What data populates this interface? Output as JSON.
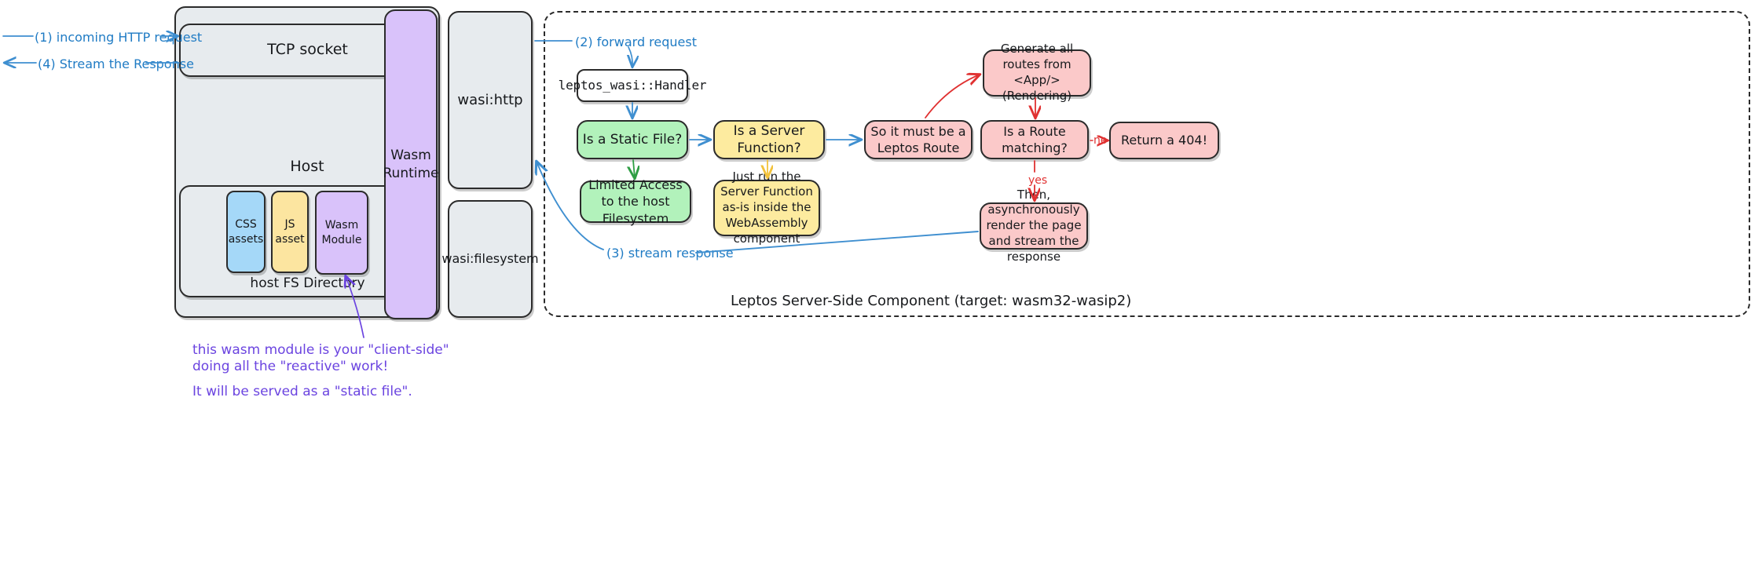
{
  "left_section": {
    "host_box": {
      "label": "Host"
    },
    "tcp_socket": {
      "label": "TCP socket"
    },
    "host_fs_directory": {
      "label": "host FS Directory"
    },
    "assets": [
      {
        "label": "CSS\nassets",
        "color": "#a5d8f8",
        "name": "css-assets"
      },
      {
        "label": "JS\nasset",
        "color": "#fce5a0",
        "name": "js-asset"
      },
      {
        "label": "Wasm\nModule",
        "color": "#d9c2fa",
        "name": "wasm-module"
      }
    ],
    "wasm_runtime": {
      "label": "Wasm\nRuntime",
      "color": "#d9c2fa"
    },
    "wasi_http": {
      "label": "wasi:http"
    },
    "wasi_filesystem": {
      "label": "wasi:filesystem"
    }
  },
  "flow_labels": {
    "incoming_request": "(1) incoming HTTP request",
    "stream_the_response": "(4) Stream the Response",
    "forward_request": "(2) forward request",
    "stream_response": "(3) stream response",
    "branch_no": "no",
    "branch_yes": "yes"
  },
  "right_section": {
    "panel_title": "Leptos Server-Side Component (target: wasm32-wasip2)",
    "nodes": [
      {
        "name": "leptos-wasi-handler",
        "label": "leptos_wasi::Handler",
        "color": "#ffffff"
      },
      {
        "name": "is-a-static-file",
        "label": "Is a Static File?",
        "color": "#b2f2bb"
      },
      {
        "name": "limited-access-host-fs",
        "label": "Limited Access to the host Filesystem",
        "color": "#b2f2bb"
      },
      {
        "name": "is-a-server-function",
        "label": "Is a Server Function?",
        "color": "#fdeb9f"
      },
      {
        "name": "run-server-function",
        "label": "Just run the Server Function as-is inside the WebAssembly component",
        "color": "#fdeb9f"
      },
      {
        "name": "must-be-leptos-route",
        "label": "So it must be a Leptos Route",
        "color": "#fbc9c9"
      },
      {
        "name": "generate-all-routes",
        "label": "Generate all routes from <App/> (Rendering)",
        "color": "#fbc9c9"
      },
      {
        "name": "is-a-route-matching",
        "label": "Is a Route matching?",
        "color": "#fbc9c9"
      },
      {
        "name": "return-a-404",
        "label": "Return a 404!",
        "color": "#fbc9c9"
      },
      {
        "name": "render-and-stream",
        "label": "Then, asynchronously render the page and stream the response",
        "color": "#fbc9c9"
      }
    ]
  },
  "annotations": {
    "wasm_note_line1": "this wasm module is your \"client-side\"",
    "wasm_note_line2": "doing all the \"reactive\" work!",
    "wasm_note_line3": "It will be served as a \"static file\"."
  },
  "colors": {
    "blue_arrow": "#3f8fd0",
    "red_arrow": "#e03131",
    "green_arrow": "#2f9e44",
    "yellow_arrow": "#f2c23c",
    "purple_arrow": "#6b44e0",
    "stroke": "#2b2b2b",
    "panel_fill": "#e7ebee"
  }
}
